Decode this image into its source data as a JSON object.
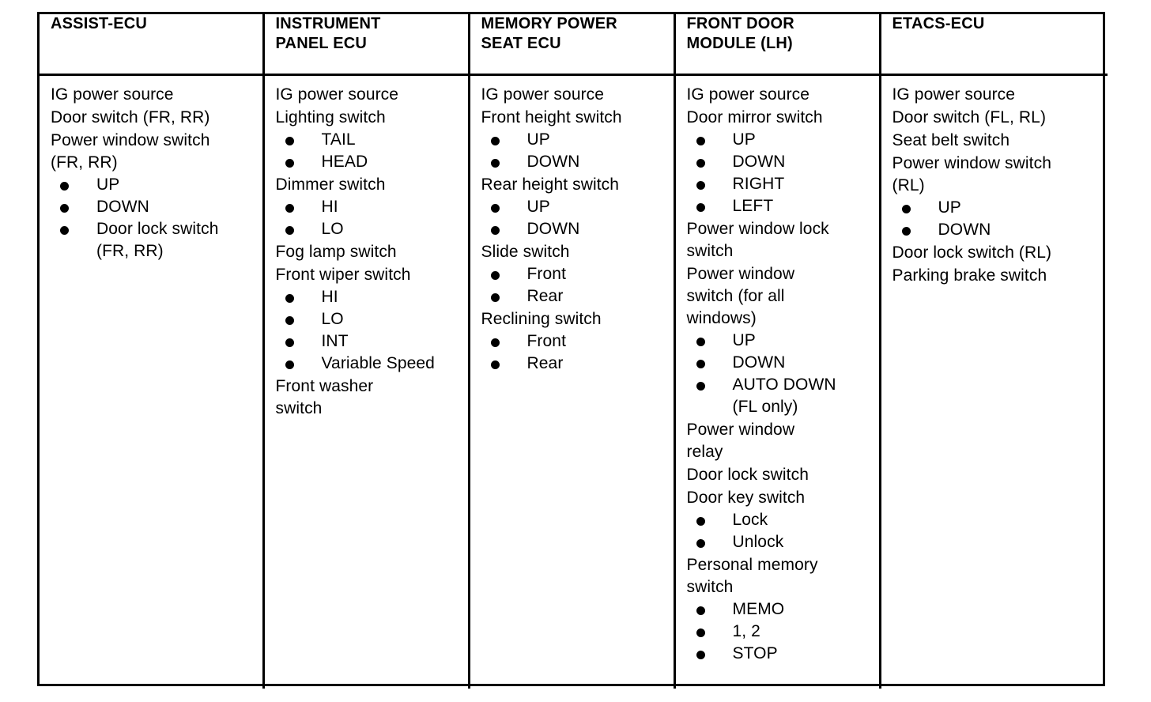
{
  "document": {
    "type": "table",
    "title": "ECU input signal list"
  },
  "table": {
    "columns": [
      {
        "id": "assist-ecu",
        "header": "ASSIST-ECU",
        "entries": [
          {
            "text": "IG power source",
            "bullets": []
          },
          {
            "text": "Door switch (FR, RR)",
            "bullets": []
          },
          {
            "text": "Power window switch\n(FR, RR)",
            "bullets": [
              "UP",
              "DOWN",
              "Door  lock  switch\n(FR,  RR)"
            ]
          }
        ]
      },
      {
        "id": "instrument-panel-ecu",
        "header": "INSTRUMENT\nPANEL ECU",
        "entries": [
          {
            "text": "IG power source",
            "bullets": []
          },
          {
            "text": "Lighting switch",
            "bullets": [
              "TAIL",
              "HEAD"
            ]
          },
          {
            "text": "Dimmer switch",
            "bullets": [
              "HI",
              "LO"
            ]
          },
          {
            "text": "Fog lamp switch",
            "bullets": []
          },
          {
            "text": "Front wiper switch",
            "bullets": [
              "HI",
              "LO",
              "INT",
              "Variable  Speed"
            ]
          },
          {
            "text": "Front washer\nswitch",
            "bullets": []
          }
        ]
      },
      {
        "id": "memory-power-seat-ecu",
        "header": "MEMORY POWER\nSEAT ECU",
        "entries": [
          {
            "text": "IG power source",
            "bullets": []
          },
          {
            "text": "Front height switch",
            "bullets": [
              "UP",
              "DOWN"
            ]
          },
          {
            "text": "Rear height switch",
            "bullets": [
              "UP",
              "DOWN"
            ]
          },
          {
            "text": "Slide switch",
            "bullets": [
              "Front",
              "Rear"
            ]
          },
          {
            "text": "Reclining switch",
            "bullets": [
              "Front",
              "Rear"
            ]
          }
        ]
      },
      {
        "id": "front-door-module-lh",
        "header": "FRONT DOOR\nMODULE (LH)",
        "entries": [
          {
            "text": "IG power source",
            "bullets": []
          },
          {
            "text": "Door mirror switch",
            "bullets": [
              "UP",
              "DOWN",
              "RIGHT",
              "LEFT"
            ]
          },
          {
            "text": "Power window lock\nswitch",
            "bullets": []
          },
          {
            "text": "Power window\nswitch (for all\nwindows)",
            "bullets": [
              "UP",
              "DOWN",
              "AUTO   DOWN\n(FL only)"
            ]
          },
          {
            "text": "Power window\nrelay",
            "bullets": []
          },
          {
            "text": "Door lock switch",
            "bullets": []
          },
          {
            "text": "Door key switch",
            "bullets": [
              "Lock",
              "Unlock"
            ]
          },
          {
            "text": "Personal memory\nswitch",
            "bullets": [
              "MEMO",
              "1, 2",
              "STOP"
            ]
          }
        ]
      },
      {
        "id": "etacs-ecu",
        "header": "ETACS-ECU",
        "entries": [
          {
            "text": "IG power source",
            "bullets": []
          },
          {
            "text": "Door switch (FL, RL)",
            "bullets": []
          },
          {
            "text": "Seat belt switch",
            "bullets": []
          },
          {
            "text": "Power window switch\n(RL)",
            "bullets": [
              "UP",
              "DOWN"
            ]
          },
          {
            "text": "Door lock switch (RL)",
            "bullets": []
          },
          {
            "text": "Parking brake switch",
            "bullets": []
          }
        ]
      }
    ]
  },
  "colors": {
    "ink": "#000000",
    "paper": "#ffffff"
  }
}
